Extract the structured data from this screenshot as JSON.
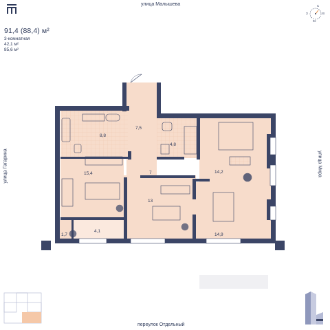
{
  "brand": {
    "logo_icon": "m-logo-icon"
  },
  "apartment": {
    "total_area": "91,4 (88,4) м²",
    "type": "3-комнатная",
    "living_area": "42,1 м²",
    "area_extra": "85,6 м²"
  },
  "streets": {
    "top": "улица Малышева",
    "left": "улица Гагарина",
    "right": "улица Мира",
    "bottom": "переулок Отдельный"
  },
  "compass": {
    "labels": [
      "С",
      "З",
      "В",
      "Ю"
    ]
  },
  "rooms": [
    {
      "id": "bath-main",
      "area": "8,8"
    },
    {
      "id": "hall-top",
      "area": "7,5"
    },
    {
      "id": "bath-small",
      "area": "4,8"
    },
    {
      "id": "bedroom-right",
      "area": "14,2"
    },
    {
      "id": "corridor",
      "area": "7"
    },
    {
      "id": "kitchen-living",
      "area": "15,4"
    },
    {
      "id": "room-center",
      "area": "13"
    },
    {
      "id": "room-right-bottom",
      "area": "14,9"
    },
    {
      "id": "balcony-small",
      "area": "1,7"
    },
    {
      "id": "balcony",
      "area": "4,1"
    }
  ],
  "colors": {
    "wall": "#3b4566",
    "floor": "#f7dccb",
    "floor_light": "#fbe9de",
    "tile": "#f5d3bf",
    "text": "#2e3a5a",
    "building": "#c7cbe0",
    "accent_box": "#f5c8a8"
  }
}
